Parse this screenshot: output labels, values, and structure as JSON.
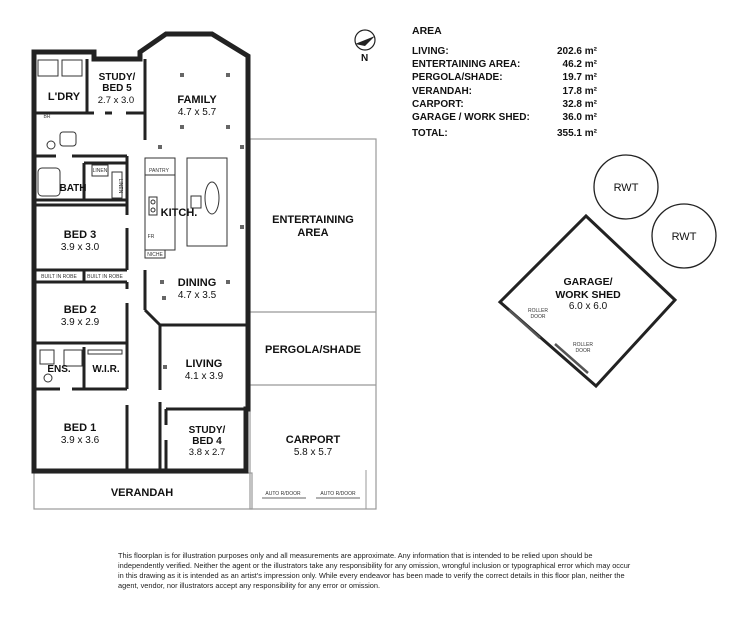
{
  "area_schedule": {
    "heading": "AREA",
    "rows": [
      {
        "label": "LIVING:",
        "value": "202.6 m²"
      },
      {
        "label": "ENTERTAINING AREA:",
        "value": "46.2 m²"
      },
      {
        "label": "PERGOLA/SHADE:",
        "value": "19.7 m²"
      },
      {
        "label": "VERANDAH:",
        "value": "17.8 m²"
      },
      {
        "label": "CARPORT:",
        "value": "32.8 m²"
      },
      {
        "label": "GARAGE / WORK SHED:",
        "value": "36.0 m²"
      }
    ],
    "total": {
      "label": "TOTAL:",
      "value": "355.1 m²"
    }
  },
  "north": {
    "label": "N"
  },
  "rooms": {
    "laundry": {
      "name": "L'DRY"
    },
    "study5": {
      "name": "STUDY/",
      "name2": "BED 5",
      "size": "2.7 x 3.0"
    },
    "family": {
      "name": "FAMILY",
      "size": "4.7 x 5.7"
    },
    "bath": {
      "name": "BATH"
    },
    "linen1": {
      "name": "LINEN"
    },
    "linen2": {
      "name": "LINEN"
    },
    "kitchen": {
      "name": "KITCH."
    },
    "pantry": {
      "name": "PANTRY"
    },
    "fr": {
      "name": "FR"
    },
    "niche": {
      "name": "NICHE"
    },
    "br": {
      "name": "BR"
    },
    "bed3": {
      "name": "BED 3",
      "size": "3.9 x 3.0"
    },
    "robe1": {
      "name": "BUILT IN ROBE"
    },
    "robe2": {
      "name": "BUILT IN ROBE"
    },
    "dining": {
      "name": "DINING",
      "size": "4.7 x 3.5"
    },
    "bed2": {
      "name": "BED 2",
      "size": "3.9 x 2.9"
    },
    "living": {
      "name": "LIVING",
      "size": "4.1 x 3.9"
    },
    "ens": {
      "name": "ENS."
    },
    "wir": {
      "name": "W.I.R."
    },
    "bed1": {
      "name": "BED 1",
      "size": "3.9 x 3.6"
    },
    "study4": {
      "name": "STUDY/",
      "name2": "BED 4",
      "size": "3.8 x 2.7"
    },
    "verandah": {
      "name": "VERANDAH"
    },
    "entertaining": {
      "name": "ENTERTAINING",
      "name2": "AREA"
    },
    "pergola": {
      "name": "PERGOLA/SHADE"
    },
    "carport": {
      "name": "CARPORT",
      "size": "5.8 x 5.7"
    },
    "autodoor1": {
      "name": "AUTO R/DOOR"
    },
    "autodoor2": {
      "name": "AUTO R/DOOR"
    },
    "garage": {
      "name": "GARAGE/",
      "name2": "WORK SHED",
      "size": "6.0 x 6.0"
    },
    "rollerdoor1": {
      "name": "ROLLER",
      "name2": "DOOR"
    },
    "rollerdoor2": {
      "name": "ROLLER",
      "name2": "DOOR"
    },
    "rwt1": {
      "name": "RWT"
    },
    "rwt2": {
      "name": "RWT"
    }
  },
  "disclaimer": "This floorplan is for illustration purposes only and all measurements are approximate. Any information that is intended to be relied upon should be independently verified. Neither the agent or the illustrators take any responsibility for any omission, wrongful inclusion or typographical error which may occur in this drawing as it is intended as an artist's impression only. While every endeavor has been made to verify the correct details in this floor plan, neither the agent, vendor, nor illustrators accept any responsibility for any error or omission."
}
